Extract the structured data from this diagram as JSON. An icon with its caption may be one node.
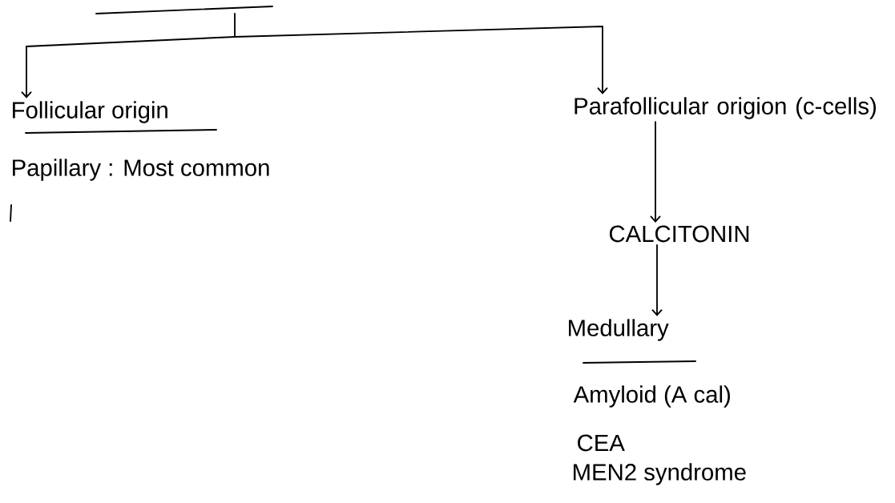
{
  "diagram": {
    "nodes": [
      {
        "text": [
          "Follicular origin"
        ]
      },
      {
        "text": [
          "Parafollicular origion (c-cells)"
        ]
      },
      {
        "text": [
          "CALCITONIN"
        ]
      },
      {
        "text": [
          "Medullary"
        ]
      }
    ],
    "edges": [
      {
        "from": null,
        "to": 0,
        "arrow": "to"
      },
      {
        "from": null,
        "to": 1,
        "arrow": "to"
      },
      {
        "from": 1,
        "to": 2,
        "arrow": "to"
      },
      {
        "from": 2,
        "to": 3,
        "arrow": "to"
      }
    ],
    "labels": [
      "Papillary : Most common",
      "Amyloid (A cal)",
      "CEA",
      "MEN2 syndrome"
    ]
  }
}
